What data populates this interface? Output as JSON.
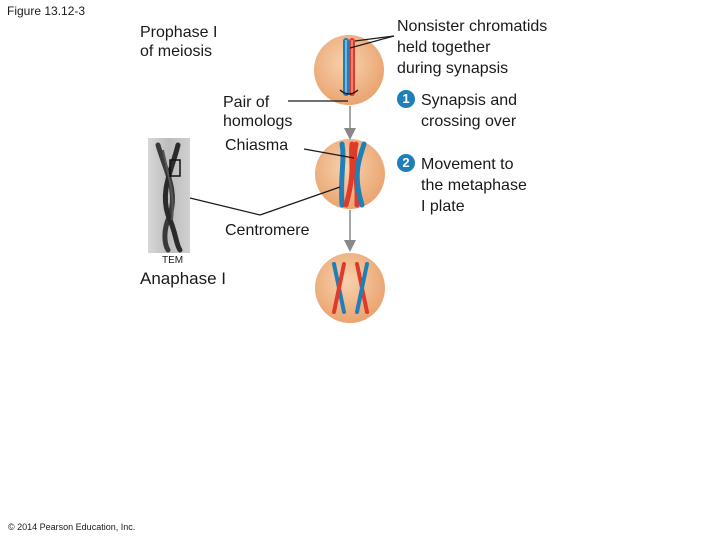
{
  "figure_label": "Figure 13.12-3",
  "labels": {
    "prophase": "Prophase I\nof meiosis",
    "pair_of_homologs": "Pair of\nhomologs",
    "chiasma": "Chiasma",
    "centromere": "Centromere",
    "tem": "TEM",
    "anaphase": "Anaphase I",
    "nonsister": "Nonsister chromatids\nheld together\nduring synapsis"
  },
  "steps": [
    {
      "number": "1",
      "text": "Synapsis and\ncrossing over"
    },
    {
      "number": "2",
      "text": "Movement to\nthe metaphase\nI plate"
    }
  ],
  "copyright": "© 2014 Pearson Education, Inc.",
  "colors": {
    "cell_fill": "#f0b888",
    "chromosome_blue": "#1f7fb8",
    "chromosome_red": "#e03a2a",
    "arrow_gray": "#888888"
  }
}
